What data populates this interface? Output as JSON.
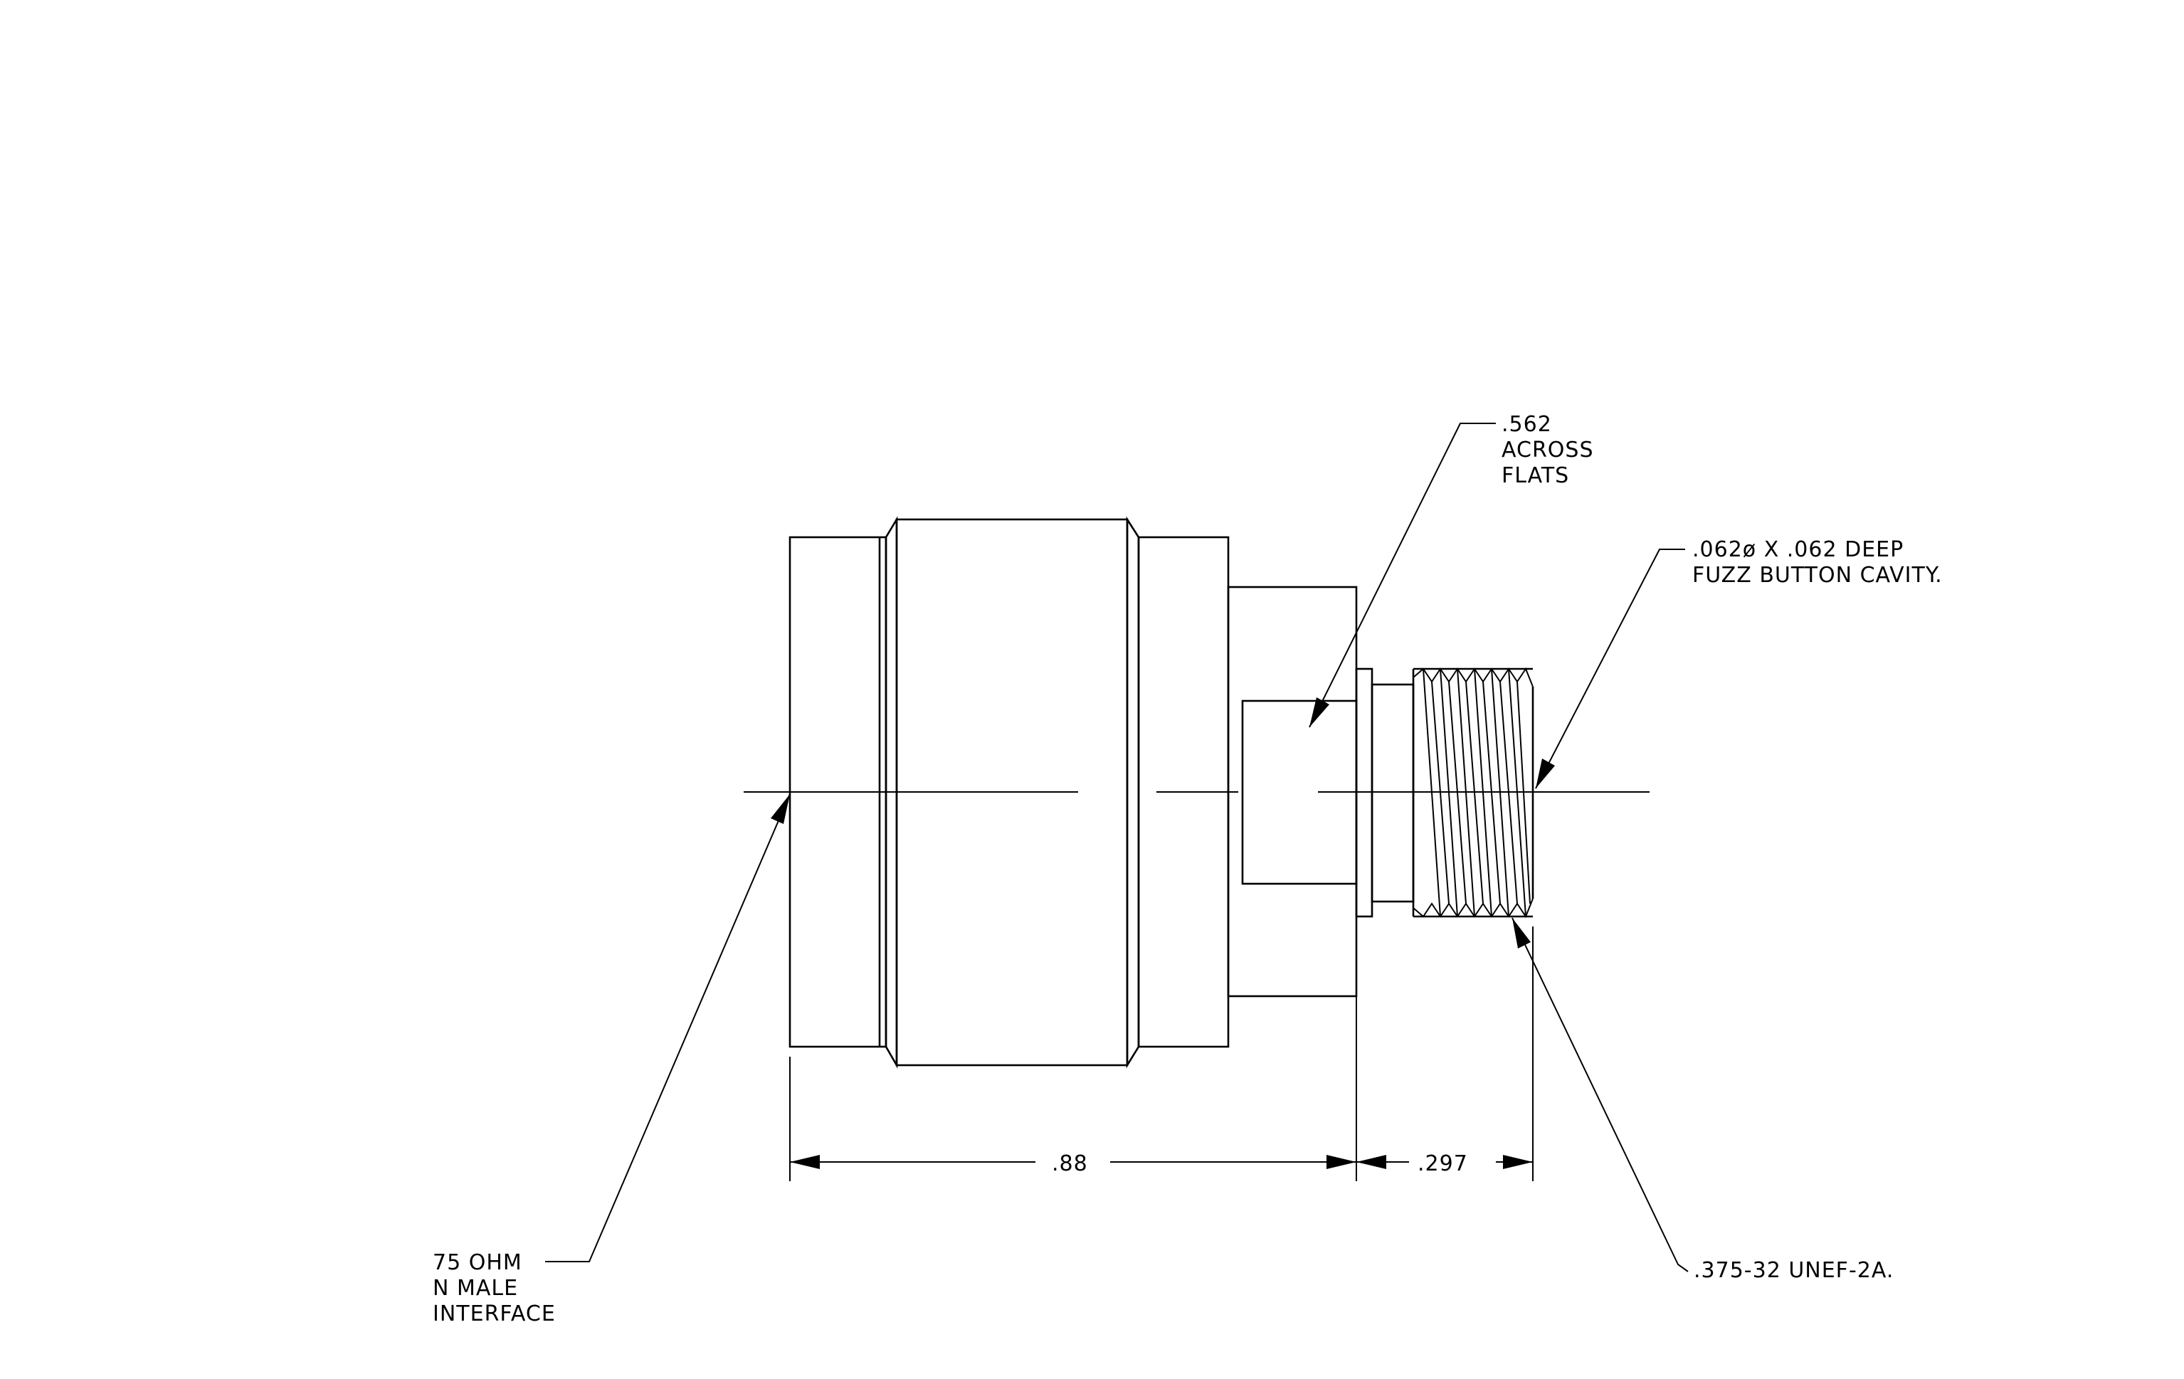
{
  "drawing": {
    "callouts": {
      "across_flats": [
        ".562",
        "ACROSS",
        "FLATS"
      ],
      "fuzz_button": [
        ".062ø X .062 DEEP",
        "FUZZ BUTTON CAVITY."
      ],
      "interface": [
        "75 OHM",
        "N MALE",
        "INTERFACE"
      ],
      "thread": ".375-32 UNEF-2A."
    },
    "dimensions": {
      "overall_length": ".88",
      "thread_length": ".297"
    }
  }
}
